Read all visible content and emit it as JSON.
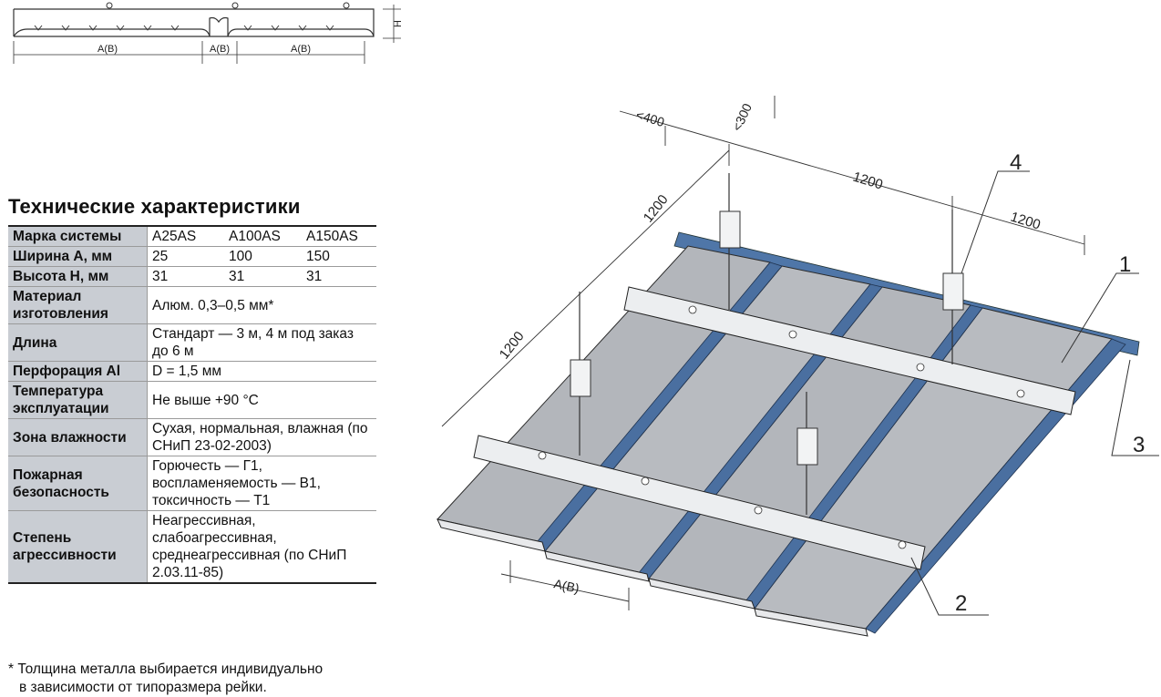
{
  "profile": {
    "dim_label": "A(B)",
    "height_label": "H"
  },
  "specs": {
    "title": "Технические характеристики",
    "rows": [
      {
        "label": "Марка системы",
        "values": [
          "A25AS",
          "A100AS",
          "A150AS"
        ]
      },
      {
        "label": "Ширина A, мм",
        "values": [
          "25",
          "100",
          "150"
        ]
      },
      {
        "label": "Высота H, мм",
        "values": [
          "31",
          "31",
          "31"
        ]
      },
      {
        "label": "Материал изготовления",
        "value": "Алюм. 0,3–0,5 мм*"
      },
      {
        "label": "Длина",
        "value": "Стандарт — 3 м, 4 м под заказ до 6 м"
      },
      {
        "label": "Перфорация Al",
        "value": "D = 1,5 мм"
      },
      {
        "label": "Температура эксплуатации",
        "value": "Не выше +90 °C"
      },
      {
        "label": "Зона влажности",
        "value": "Сухая, нормальная, влажная (по СНиП 23-02-2003)"
      },
      {
        "label": "Пожарная безопасность",
        "value": "Горючесть — Г1, воспламеняемость — В1, токсичность — Т1"
      },
      {
        "label": "Степень агрессивности",
        "value": "Неагрессивная, слабоагрессивная, среднеагрессивная (по СНиП 2.03.11-85)"
      }
    ],
    "footnote_line1": "* Толщина металла выбирается индивидуально",
    "footnote_line2": "в зависимости от типоразмера рейки."
  },
  "diagram": {
    "dims": {
      "lt400": "<400",
      "lt300": "<300",
      "d1200_top": "1200",
      "d1200_right": "1200",
      "d1200_left": "1200",
      "d1200_left2": "1200",
      "panel_width": "A(B)"
    },
    "callouts": {
      "c1": "1",
      "c2": "2",
      "c3": "3",
      "c4": "4"
    },
    "colors": {
      "panel": "#b3b6bb",
      "channel": "#4a6fa0",
      "carrier": "#eceef0",
      "wall_angle": "#4f76a8"
    }
  }
}
